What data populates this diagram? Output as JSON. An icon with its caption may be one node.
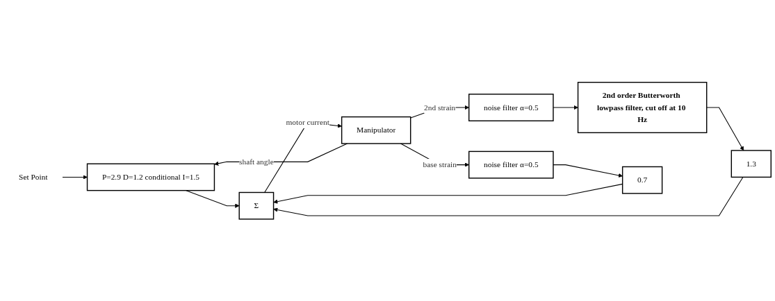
{
  "diagram": {
    "nodes": [
      {
        "text": [
          "Set Point"
        ]
      },
      {
        "text": [
          "P=2.9  D=1.2 conditional I=1.5"
        ]
      },
      {
        "text": [
          "Σ"
        ]
      },
      {
        "text": [
          "Manipulator"
        ]
      },
      {
        "text": [
          "noise filter α=0.5"
        ]
      },
      {
        "text": [
          "noise filter α=0.5"
        ]
      },
      {
        "text": [
          "2nd order Butterworth lowpass filter, cut off at 10 Hz"
        ]
      },
      {
        "text": [
          "1.3"
        ]
      },
      {
        "text": [
          "0.7"
        ]
      }
    ],
    "edges": [
      {
        "from": 0,
        "to": 1,
        "arrow": "to"
      },
      {
        "from": 1,
        "to": 2,
        "arrow": "to"
      },
      {
        "from": 2,
        "to": 3,
        "label": "motor current",
        "arrow": "to"
      },
      {
        "from": 3,
        "to": 1,
        "label": "shaft angle",
        "arrow": "to"
      },
      {
        "from": 3,
        "to": 4,
        "label": "base strain",
        "arrow": "to"
      },
      {
        "from": 3,
        "to": 5,
        "label": "2nd strain",
        "arrow": "to"
      },
      {
        "from": 5,
        "to": 6,
        "arrow": "to"
      },
      {
        "from": 6,
        "to": 7,
        "arrow": "to"
      },
      {
        "from": 4,
        "to": 8,
        "arrow": "to"
      },
      {
        "from": 7,
        "to": 2,
        "arrow": "to"
      },
      {
        "from": 8,
        "to": 2,
        "arrow": "to"
      }
    ]
  }
}
